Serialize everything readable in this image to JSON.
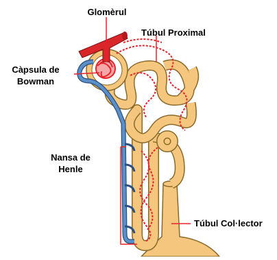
{
  "labels": {
    "glomerul": "Glomèrul",
    "tubul_proximal": "Túbul Proximal",
    "capsula_line1": "Càpsula de",
    "capsula_line2": "Bowman",
    "nansa_line1": "Nansa de",
    "nansa_line2": "Henle",
    "tubul_collector": "Túbul Col·lector"
  },
  "colors": {
    "tubule": "#f5c77e",
    "tubule_outline": "#8a6a2a",
    "artery": "#d9262a",
    "vein": "#5b8fc7",
    "capillary": "#e8232a",
    "callout": "#e8232a",
    "text": "#000000"
  }
}
